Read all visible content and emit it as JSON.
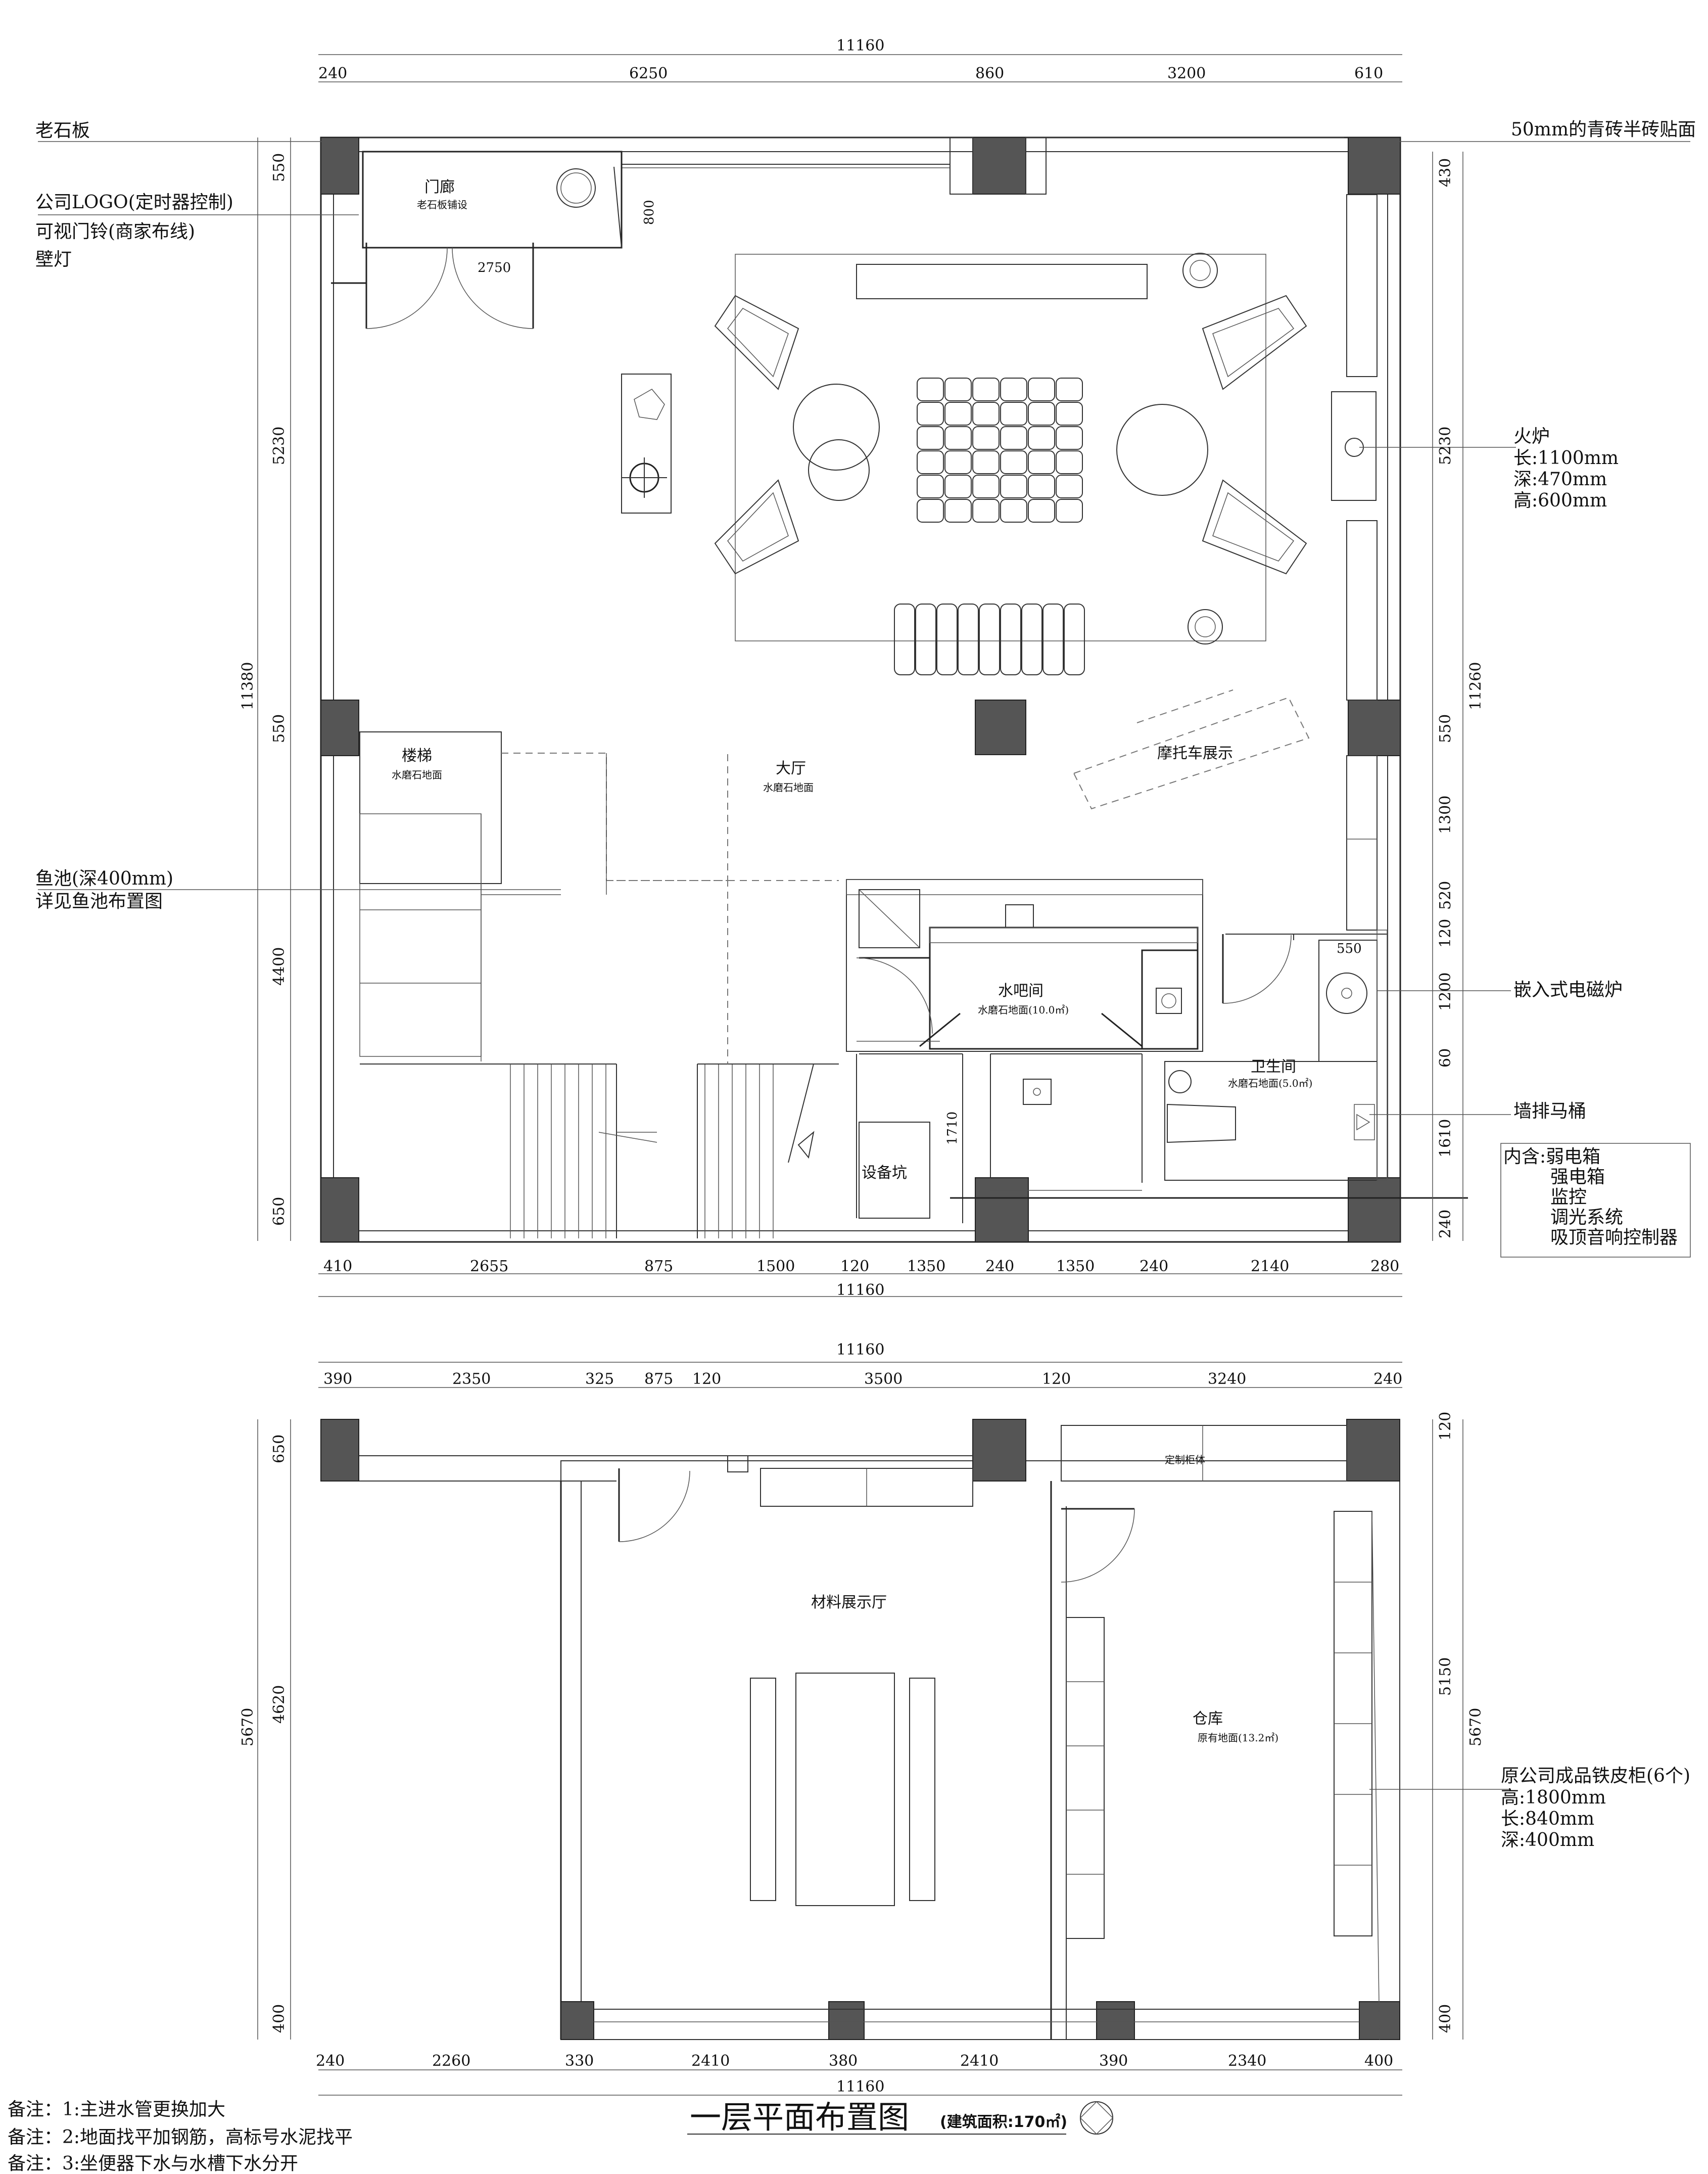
{
  "title": {
    "main": "一层平面布置图",
    "area": "(建筑面积:170㎡)"
  },
  "notes": [
    "备注：1:主进水管更换加大",
    "备注：2:地面找平加钢筋，高标号水泥找平",
    "备注：3:坐便器下水与水槽下水分开"
  ],
  "callouts_left": {
    "stone": "老石板",
    "logo": "公司LOGO(定时器控制)",
    "doorbell": "可视门铃(商家布线)",
    "lamp": "壁灯",
    "pond_1": "鱼池(深400mm)",
    "pond_2": "详见鱼池布置图"
  },
  "callouts_right": {
    "brick": "50mm的青砖半砖贴面",
    "fireplace": [
      "火炉",
      "长:1100mm",
      "深:470mm",
      "高:600mm"
    ],
    "induction": "嵌入式电磁炉",
    "toilet": "墙排马桶",
    "cabinet_contents": [
      "内含:弱电箱",
      "强电箱",
      "监控",
      "调光系统",
      "吸顶音响控制器"
    ],
    "lockers": [
      "原公司成品铁皮柜(6个)",
      "高:1800mm",
      "长:840mm",
      "深:400mm"
    ]
  },
  "rooms": {
    "porch": "门廊",
    "porch_floor": "老石板铺设",
    "hall": "大厅",
    "hall_floor": "水磨石地面",
    "stairs": "楼梯",
    "stairs_floor": "水磨石地面",
    "moto": "摩托车展示",
    "bar": "水吧间",
    "bar_floor": "水磨石地面(10.0㎡)",
    "wc": "卫生间",
    "wc_floor": "水磨石地面(5.0㎡)",
    "pit": "设备坑",
    "materials": "材料展示厅",
    "store": "仓库",
    "store_floor": "原有地面(13.2㎡)",
    "custom_cabinet": "定制柜体"
  },
  "dims_top1": {
    "total": "11160",
    "parts": [
      "240",
      "6250",
      "860",
      "3200",
      "610"
    ]
  },
  "dims_bottom1": {
    "total": "11160",
    "parts": [
      "410",
      "2655",
      "875",
      "1500",
      "120",
      "1350",
      "240",
      "1350",
      "240",
      "2140",
      "280"
    ]
  },
  "dims_left1": {
    "total": "11380",
    "parts": [
      "550",
      "5230",
      "550",
      "4400",
      "650"
    ]
  },
  "dims_right1": {
    "total": "11260",
    "parts": [
      "430",
      "5230",
      "550",
      "1300",
      "520",
      "120",
      "1200",
      "60",
      "1610",
      "240"
    ]
  },
  "dims_inner1": {
    "porch_width": "2750",
    "porch_depth": "800",
    "wc_door": "550",
    "pit_depth": "1710"
  },
  "dims_top2": {
    "total": "11160",
    "parts": [
      "390",
      "2350",
      "325",
      "875",
      "120",
      "3500",
      "120",
      "3240",
      "240"
    ]
  },
  "dims_bottom2": {
    "total": "11160",
    "parts": [
      "240",
      "2260",
      "330",
      "2410",
      "380",
      "2410",
      "390",
      "2340",
      "400"
    ]
  },
  "dims_left2": {
    "total": "5670",
    "parts": [
      "650",
      "4620",
      "400"
    ]
  },
  "dims_right2": {
    "total": "5670",
    "parts": [
      "120",
      "5150",
      "400"
    ]
  }
}
